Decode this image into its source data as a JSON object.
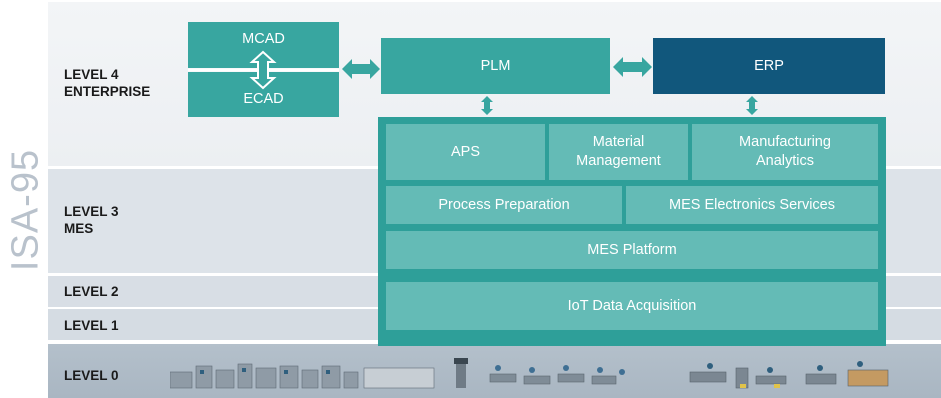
{
  "side_title": "ISA-95",
  "levels": {
    "l4_line1": "LEVEL 4",
    "l4_line2": "ENTERPRISE",
    "l3_line1": "LEVEL 3",
    "l3_line2": "MES",
    "l2": "LEVEL 2",
    "l1": "LEVEL 1",
    "l0": "LEVEL 0"
  },
  "enterprise": {
    "mcad": "MCAD",
    "ecad": "ECAD",
    "plm": "PLM",
    "erp": "ERP"
  },
  "mes": {
    "aps": "APS",
    "material_management": "Material Management",
    "manufacturing_analytics": "Manufacturing Analytics",
    "process_preparation": "Process Preparation",
    "mes_electronics_services": "MES Electronics Services",
    "mes_platform": "MES Platform",
    "iot_data_acquisition": "IoT Data Acquisition"
  },
  "colors": {
    "teal": "#38a6a0",
    "teal_light": "#64bbb6",
    "navy": "#11577c",
    "band_grey": "#dde3e9"
  },
  "icons": [
    "double-arrow-icon",
    "vertical-double-arrow-icon",
    "machines-illustration"
  ]
}
